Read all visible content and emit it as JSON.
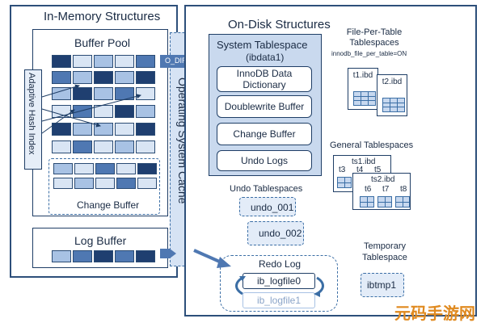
{
  "memory": {
    "title": "In-Memory Structures",
    "buffer_pool": "Buffer Pool",
    "adaptive_hash_index": "Adaptive Hash Index",
    "change_buffer": "Change Buffer",
    "log_buffer": "Log Buffer"
  },
  "os_cache": {
    "label": "Operating System Cache",
    "o_direct": "O_DIRECT"
  },
  "disk": {
    "title": "On-Disk Structures",
    "system_tablespace": {
      "title": "System Tablespace",
      "subtitle": "(ibdata1)",
      "items": [
        "InnoDB Data Dictionary",
        "Doublewrite Buffer",
        "Change Buffer",
        "Undo Logs"
      ]
    },
    "file_per_table": {
      "title": "File-Per-Table Tablespaces",
      "setting": "innodb_file_per_table=ON",
      "files": [
        "t1.ibd",
        "t2.ibd"
      ]
    },
    "general": {
      "title": "General Tablespaces",
      "files": [
        "ts1.ibd",
        "ts2.ibd"
      ],
      "tables_back": [
        "t3",
        "t4",
        "t5"
      ],
      "tables_front": [
        "t6",
        "t7",
        "t8"
      ]
    },
    "undo": {
      "title": "Undo Tablespaces",
      "files": [
        "undo_001",
        "undo_002"
      ]
    },
    "redo": {
      "title": "Redo Log",
      "files": [
        "ib_logfile0",
        "ib_logfile1"
      ]
    },
    "temporary": {
      "title": "Temporary Tablespace",
      "file": "ibtmp1"
    }
  },
  "watermark": "元码手游网"
}
